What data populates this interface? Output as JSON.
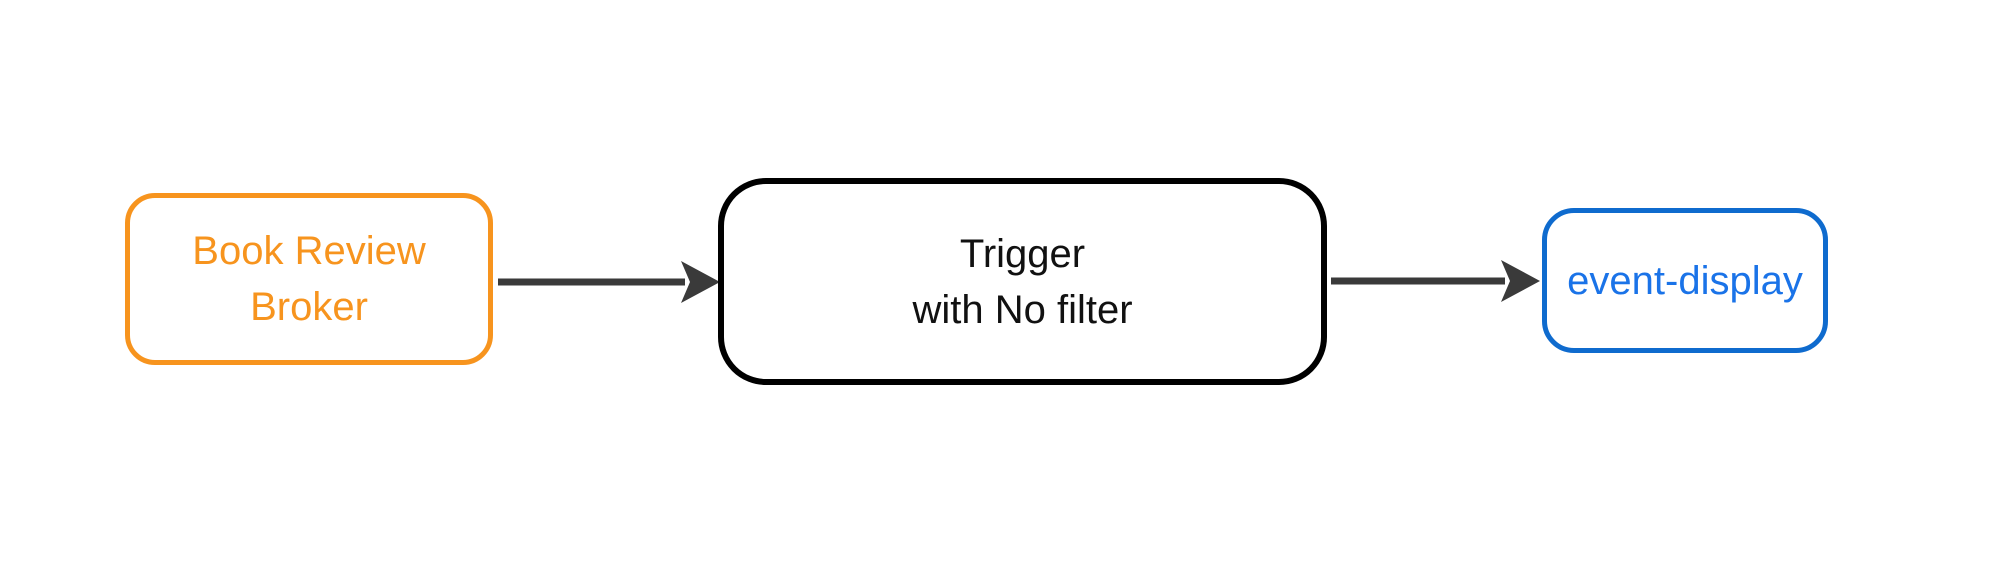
{
  "diagram": {
    "background_color": "#ffffff",
    "nodes": {
      "broker": {
        "lines": [
          "Book Review",
          "Broker"
        ],
        "border_color": "#F7941E",
        "text_color": "#F7941E"
      },
      "trigger": {
        "lines": [
          "Trigger",
          "with No filter"
        ],
        "border_color": "#000000",
        "text_color": "#111111"
      },
      "event_display": {
        "label": "event-display",
        "border_color": "#0F6BCE",
        "text_color": "#1A73E8"
      }
    },
    "arrows": {
      "color": "#3A3A3A",
      "items": [
        {
          "from": "broker",
          "to": "trigger"
        },
        {
          "from": "trigger",
          "to": "event_display"
        }
      ]
    }
  }
}
